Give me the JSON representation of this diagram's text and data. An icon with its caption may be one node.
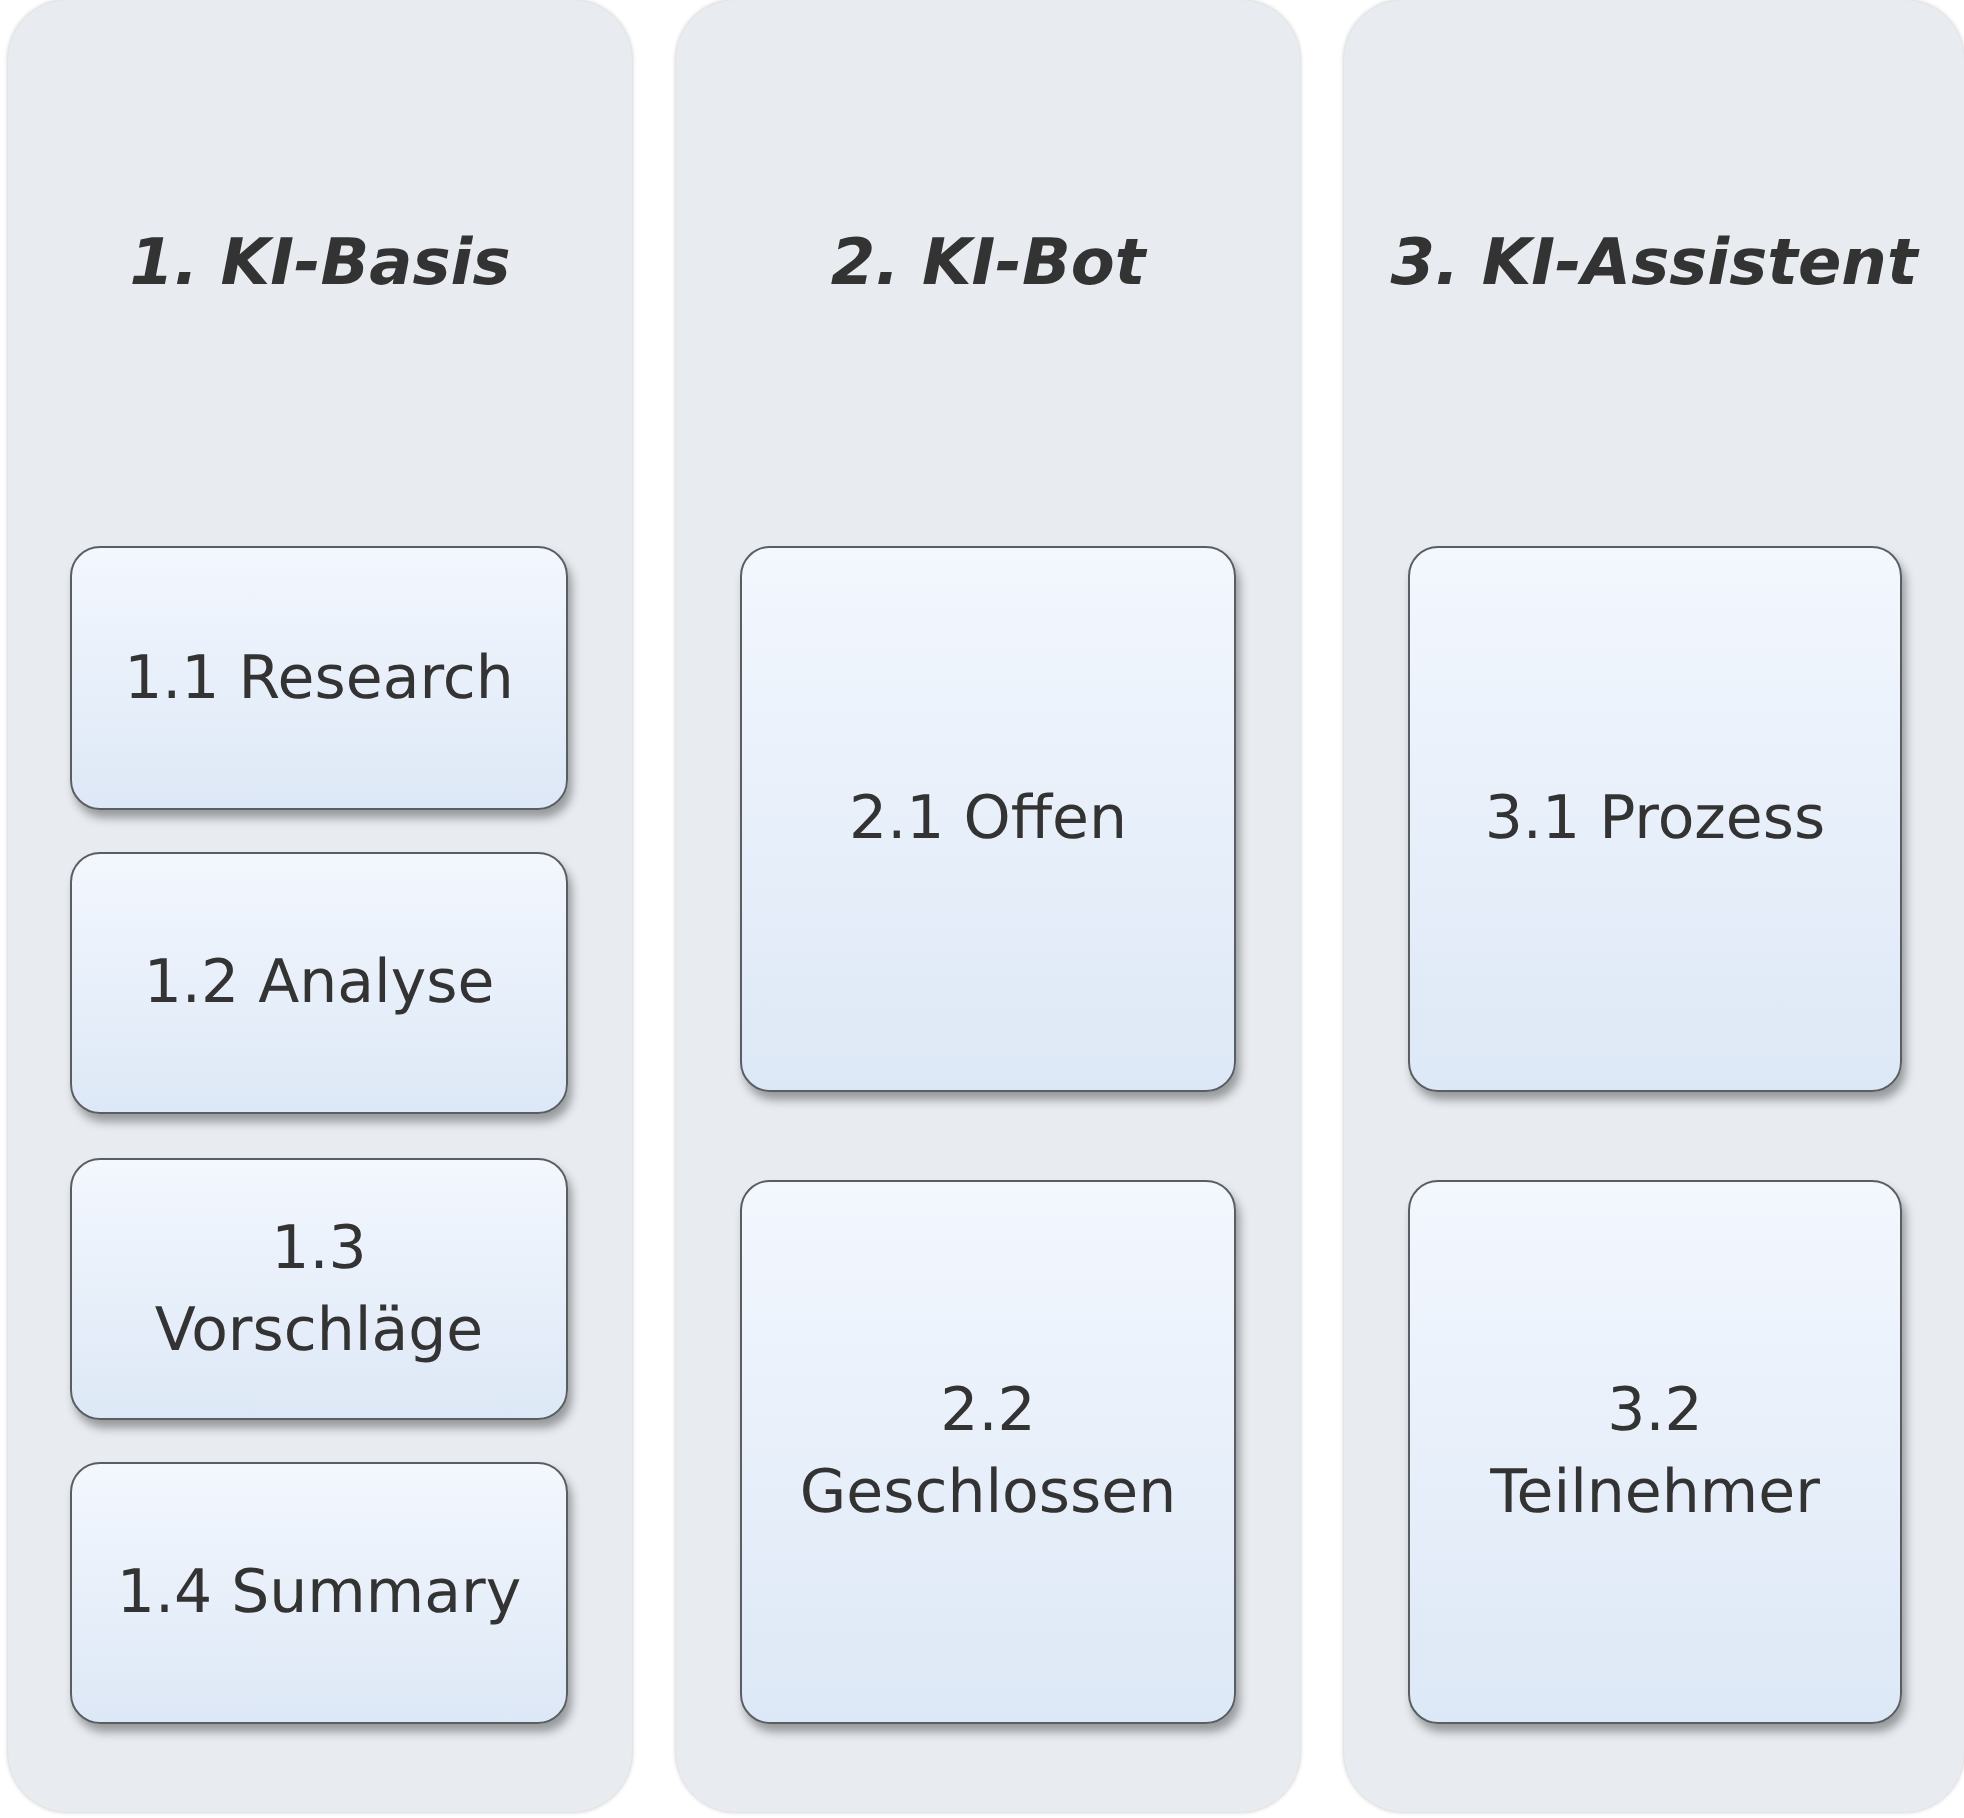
{
  "diagram": {
    "nodes": [
      {
        "text": [
          "1. KI-Basis"
        ]
      },
      {
        "text": [
          "1.1 Research"
        ],
        "in": 0
      },
      {
        "text": [
          "1.2 Analyse"
        ],
        "in": 0
      },
      {
        "text": [
          "1.3 Vorschläge"
        ],
        "in": 0
      },
      {
        "text": [
          "1.4 Summary"
        ],
        "in": 0
      },
      {
        "text": [
          "2. KI-Bot"
        ]
      },
      {
        "text": [
          "2.1 Offen"
        ],
        "in": 5
      },
      {
        "text": [
          "2.2 Geschlossen"
        ],
        "in": 5
      },
      {
        "text": [
          "3. KI-Assistent"
        ]
      },
      {
        "text": [
          "3.1 Prozess"
        ],
        "in": 8
      },
      {
        "text": [
          "3.2 Teilnehmer"
        ],
        "in": 8
      }
    ]
  }
}
